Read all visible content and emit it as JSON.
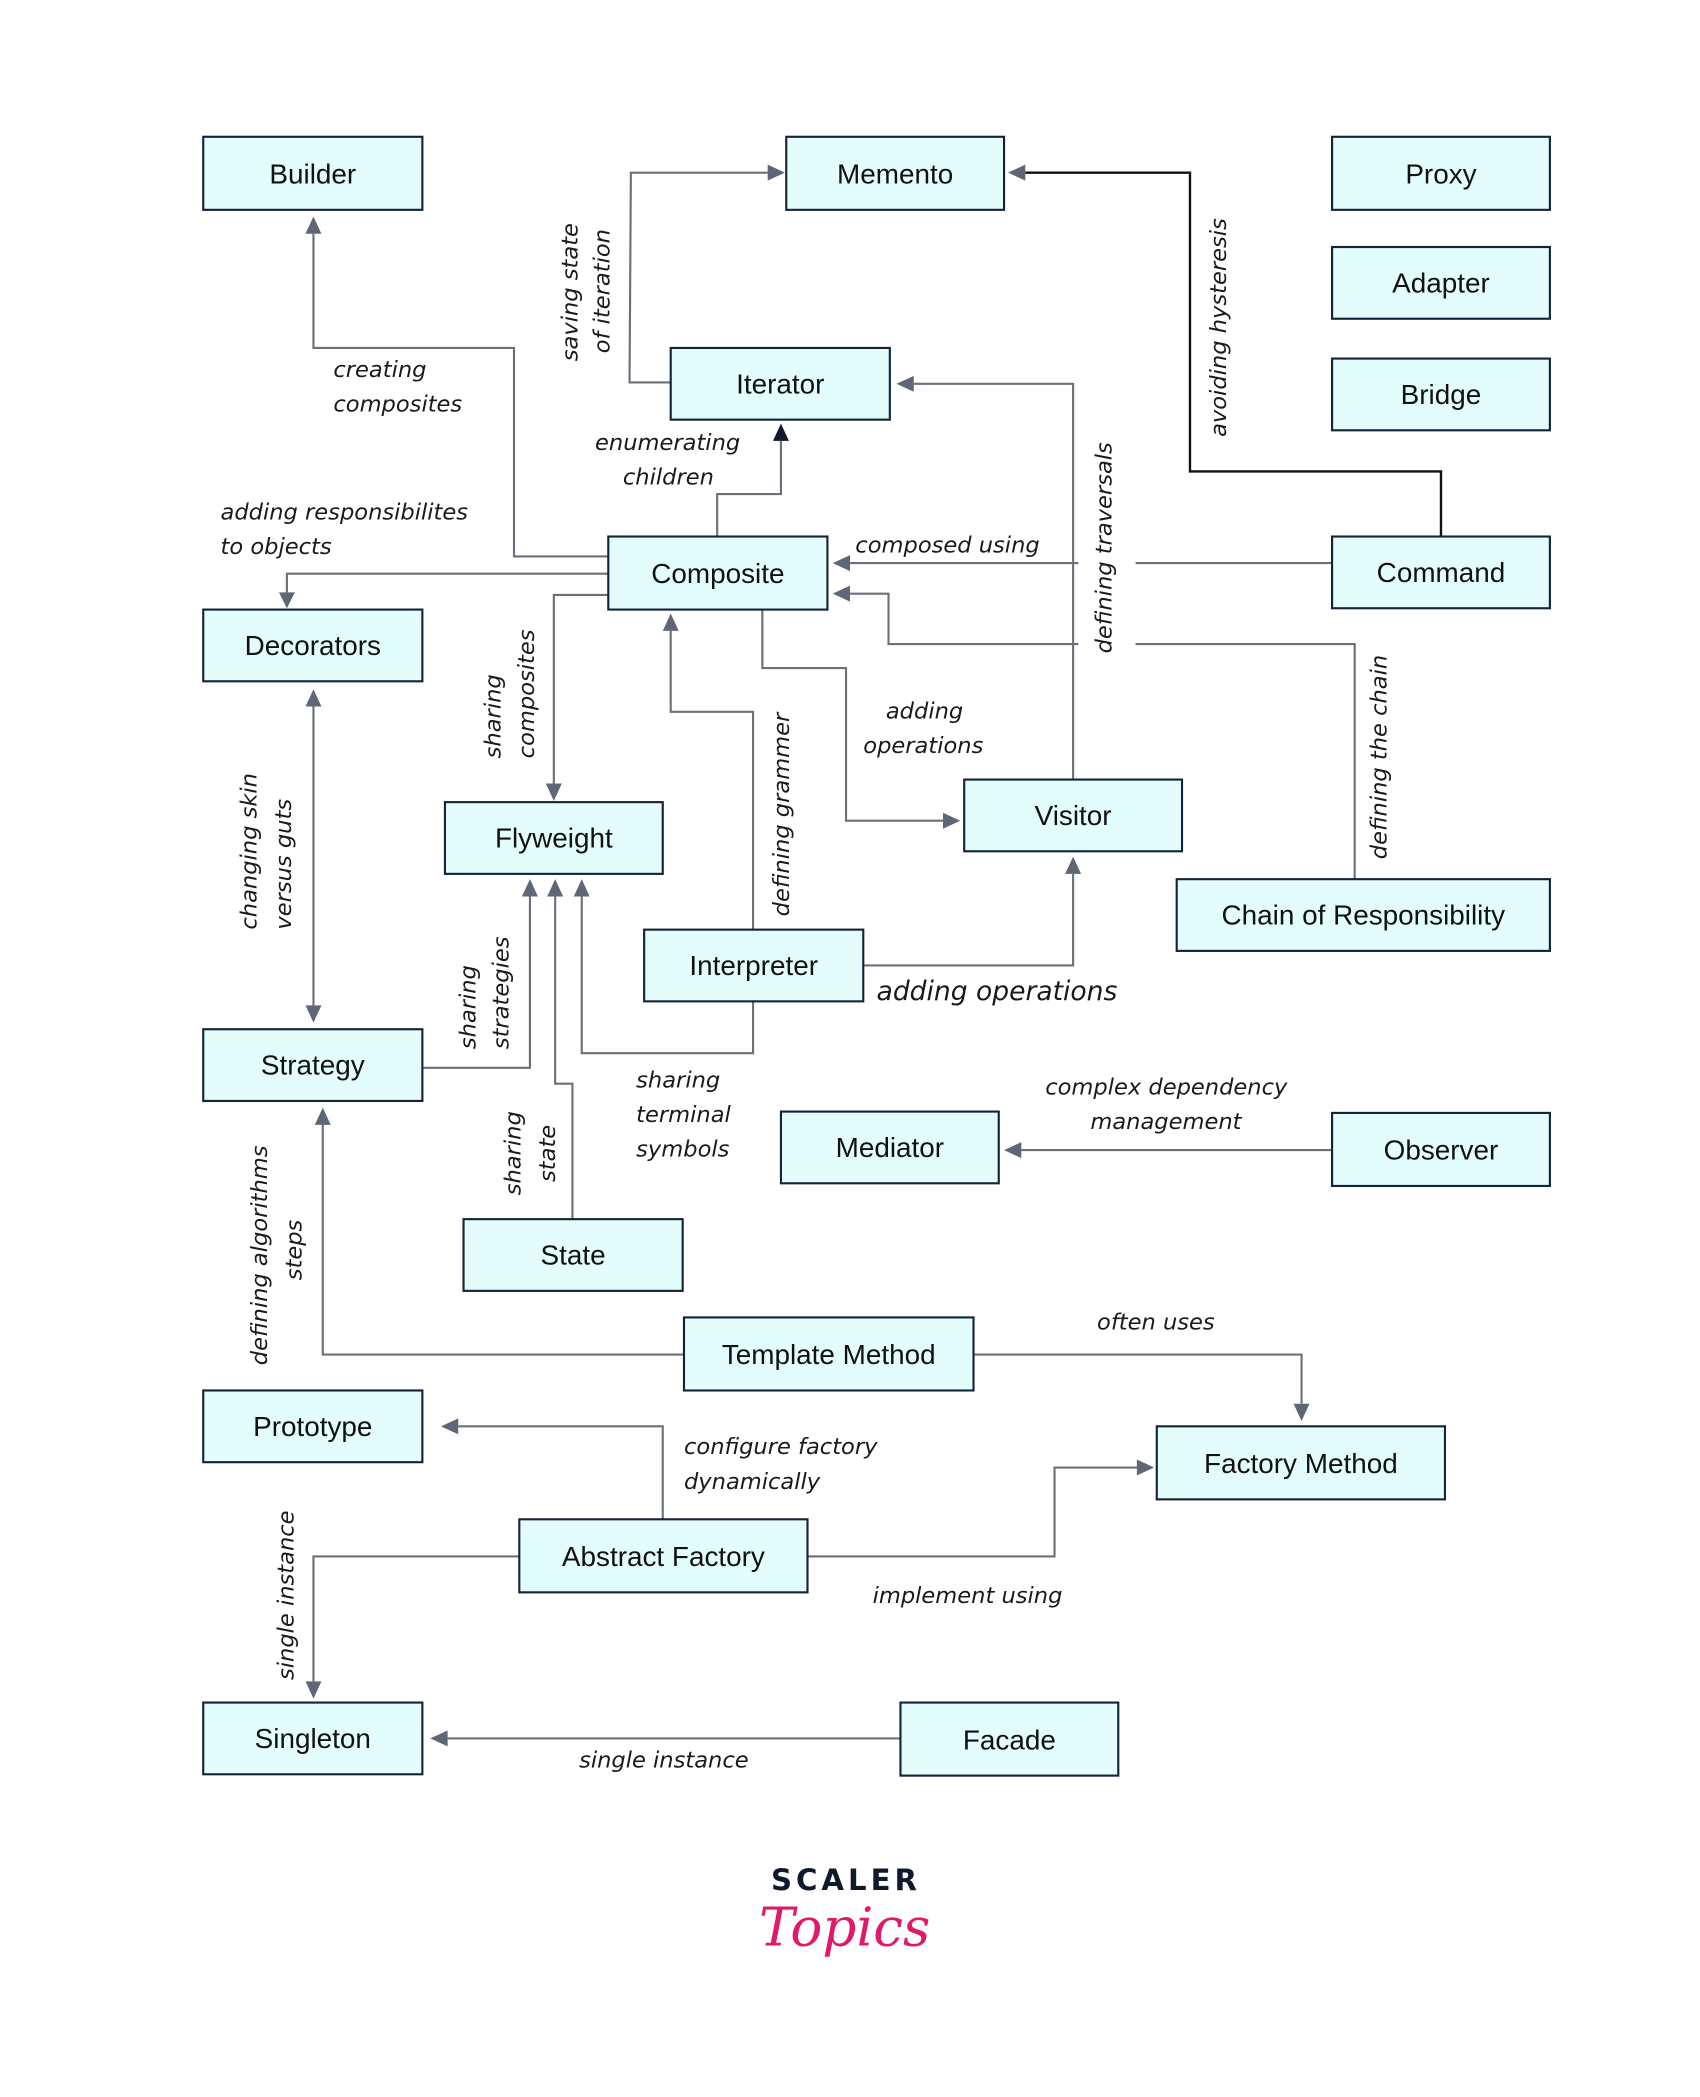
{
  "diagram": {
    "title": "Design Patterns Relationships",
    "nodes": {
      "builder": "Builder",
      "memento": "Memento",
      "proxy": "Proxy",
      "adapter": "Adapter",
      "bridge": "Bridge",
      "iterator": "Iterator",
      "composite": "Composite",
      "command": "Command",
      "decorators": "Decorators",
      "flyweight": "Flyweight",
      "visitor": "Visitor",
      "chain": "Chain of Responsibility",
      "interpreter": "Interpreter",
      "strategy": "Strategy",
      "mediator": "Mediator",
      "observer": "Observer",
      "state": "State",
      "template_method": "Template Method",
      "prototype": "Prototype",
      "factory_method": "Factory Method",
      "abstract_factory": "Abstract Factory",
      "singleton": "Singleton",
      "facade": "Facade"
    },
    "edges": [
      {
        "from": "Composite",
        "to": "Builder",
        "label": [
          "creating",
          "composites"
        ]
      },
      {
        "from": "Iterator",
        "to": "Memento",
        "label": [
          "saving state",
          "of iteration"
        ]
      },
      {
        "from": "Command",
        "to": "Memento",
        "label": [
          "avoiding hysteresis"
        ]
      },
      {
        "from": "Composite",
        "to": "Iterator",
        "label": [
          "enumerating",
          "children"
        ]
      },
      {
        "from": "Visitor",
        "to": "Iterator",
        "label": [
          "defining traversals"
        ]
      },
      {
        "from": "Composite",
        "to": "Decorators",
        "label": [
          "adding responsibilites",
          "to objects"
        ]
      },
      {
        "from": "Command",
        "to": "Composite",
        "label": [
          "composed using"
        ]
      },
      {
        "from": "Chain of Responsibility",
        "to": "Composite",
        "label": [
          "defining the chain"
        ]
      },
      {
        "from": "Composite",
        "to": "Flyweight",
        "label": [
          "sharing",
          "composites"
        ]
      },
      {
        "from": "Composite",
        "to": "Visitor",
        "label": [
          "adding",
          "operations"
        ]
      },
      {
        "from": "Interpreter",
        "to": "Composite",
        "label": [
          "defining grammer"
        ]
      },
      {
        "from": "Interpreter",
        "to": "Visitor",
        "label": [
          "adding operations"
        ]
      },
      {
        "from": "Decorators",
        "to": "Strategy",
        "label": [
          "changing skin",
          "versus guts"
        ],
        "bidirectional": true
      },
      {
        "from": "Strategy",
        "to": "Flyweight",
        "label": [
          "sharing",
          "strategies"
        ]
      },
      {
        "from": "State",
        "to": "Flyweight",
        "label": [
          "sharing",
          "state"
        ]
      },
      {
        "from": "Interpreter",
        "to": "Flyweight",
        "label": [
          "sharing",
          "terminal",
          "symbols"
        ]
      },
      {
        "from": "Observer",
        "to": "Mediator",
        "label": [
          "complex dependency",
          "management"
        ]
      },
      {
        "from": "Template Method",
        "to": "Strategy",
        "label": [
          "defining algorithms",
          "steps"
        ]
      },
      {
        "from": "Template Method",
        "to": "Factory Method",
        "label": [
          "often uses"
        ]
      },
      {
        "from": "Abstract Factory",
        "to": "Prototype",
        "label": [
          "configure factory",
          "dynamically"
        ]
      },
      {
        "from": "Abstract Factory",
        "to": "Factory Method",
        "label": [
          "implement using"
        ]
      },
      {
        "from": "Abstract Factory",
        "to": "Singleton",
        "label": [
          "single instance"
        ]
      },
      {
        "from": "Facade",
        "to": "Singleton",
        "label": [
          "single instance"
        ]
      }
    ]
  },
  "labels": {
    "creating_composites": [
      "creating",
      "composites"
    ],
    "saving_state": [
      "saving state",
      "of iteration"
    ],
    "avoiding_hysteresis": "avoiding hysteresis",
    "enumerating_children": [
      "enumerating",
      "children"
    ],
    "defining_traversals": "defining traversals",
    "adding_responsibilities": [
      "adding responsibilites",
      "to objects"
    ],
    "composed_using": "composed using",
    "defining_chain": "defining the chain",
    "sharing_composites": [
      "sharing",
      "composites"
    ],
    "adding_operations_1": [
      "adding",
      "operations"
    ],
    "defining_grammer": "defining grammer",
    "adding_operations_2": "adding operations",
    "changing_skin": [
      "changing skin",
      "versus guts"
    ],
    "sharing_strategies": [
      "sharing",
      "strategies"
    ],
    "sharing_state": [
      "sharing",
      "state"
    ],
    "sharing_terminal": [
      "sharing",
      "terminal",
      "symbols"
    ],
    "complex_dependency": [
      "complex dependency",
      "management"
    ],
    "defining_algorithms": [
      "defining algorithms",
      "steps"
    ],
    "often_uses": "often uses",
    "configure_factory": [
      "configure factory",
      "dynamically"
    ],
    "implement_using": "implement using",
    "single_instance_1": "single instance",
    "single_instance_2": "single instance"
  },
  "brand": {
    "line1": "SCALER",
    "line2": "Topics",
    "primary_color": "#0f1b2d",
    "accent_color": "#e0196b"
  },
  "colors": {
    "box_fill": "#e3fdfd",
    "box_stroke": "#152238",
    "edge": "#6b7079"
  }
}
